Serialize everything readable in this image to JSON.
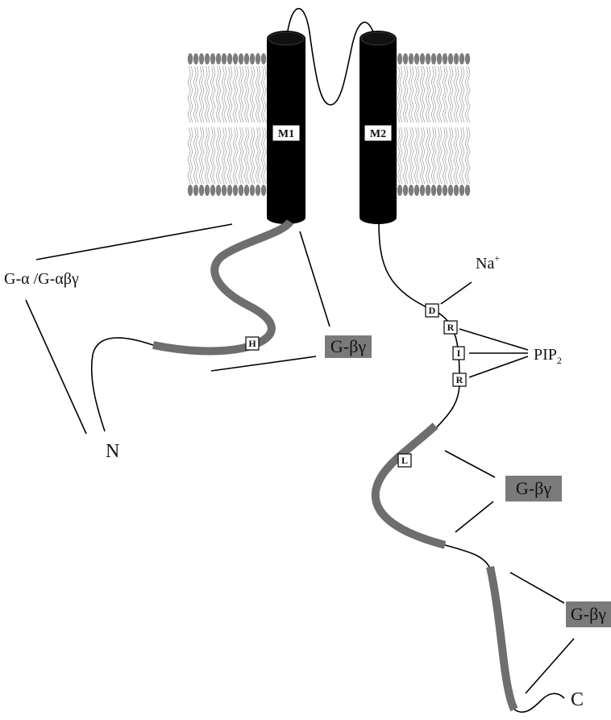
{
  "labels": {
    "galpha": "G-α /G-αβγ",
    "n_term": "N",
    "c_term": "C",
    "na": "Na",
    "na_sup": "+",
    "pip": "PIP",
    "pip_sub": "2"
  },
  "helices": {
    "m1": "M1",
    "m2": "M2"
  },
  "gbg_boxes": [
    "G-βγ",
    "G-βγ",
    "G-βγ"
  ],
  "residues": {
    "h": "H",
    "d": "D",
    "r1": "R",
    "i": "I",
    "r2": "R",
    "l": "L"
  },
  "colors": {
    "helix": "#000000",
    "binding_segment": "#6e6e6e",
    "gbg_box": "#7a7a7a",
    "lipid_head": "#7c7c7c",
    "lipid_tail": "#9a9a9a"
  }
}
